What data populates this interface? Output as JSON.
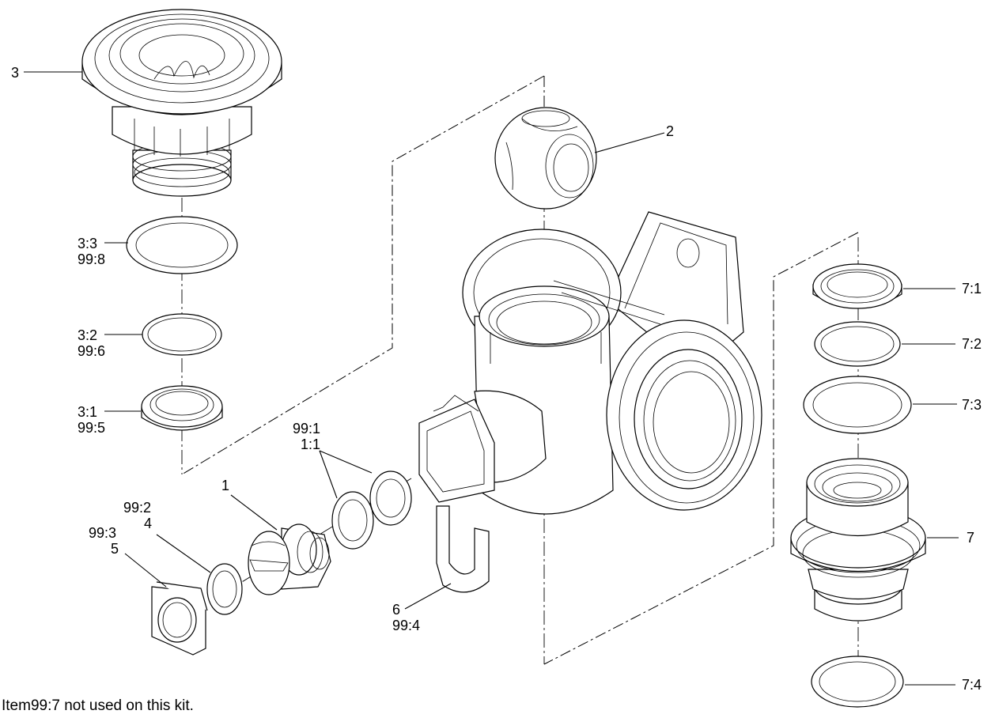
{
  "labels": {
    "l3": "3",
    "l2": "2",
    "l3_3": "3:3",
    "l99_8": "99:8",
    "l3_2": "3:2",
    "l99_6": "99:6",
    "l3_1": "3:1",
    "l99_5": "99:5",
    "l99_1": "99:1",
    "l1_1": "1:1",
    "l1": "1",
    "l99_2": "99:2",
    "l4": "4",
    "l99_3": "99:3",
    "l5": "5",
    "l6": "6",
    "l99_4": "99:4",
    "l7_1": "7:1",
    "l7_2": "7:2",
    "l7_3": "7:3",
    "l7": "7",
    "l7_4": "7:4"
  },
  "footnote": "Item99:7  not used on this kit."
}
